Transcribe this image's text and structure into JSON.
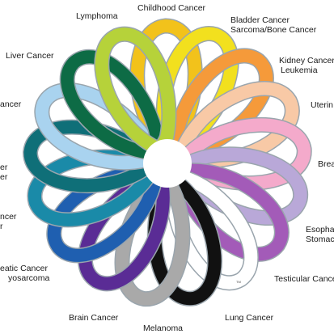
{
  "labels": {
    "childhood": "Childhood Cancer",
    "lymphoma": "Lymphoma",
    "bladder_1": "Bladder Cancer",
    "bladder_2": "Sarcoma/Bone Cancer",
    "liver": "Liver Cancer",
    "kidney_1": "Kidney Cancer",
    "kidney_2": "Leukemia",
    "lung_left": "ancer",
    "uterine": "Uterin",
    "left_mid_1": "er",
    "left_mid_2": "er",
    "breast": "Brea",
    "left_low_1": "ncer",
    "left_low_2": "r",
    "esoph_1": "Esopha",
    "esoph_2": "Stomac",
    "pancreatic_1": "eatic Cancer",
    "pancreatic_2": "yosarcoma",
    "testicular": "Testicular Cance",
    "brain": "Brain Cancer",
    "lung": "Lung Cancer",
    "melanoma": "Melanoma",
    "trademark": "TM"
  },
  "ribbons": [
    {
      "name": "childhood",
      "color": "#f2c21b"
    },
    {
      "name": "bladder",
      "color": "#f2e01e"
    },
    {
      "name": "kidney",
      "color": "#f59a3a"
    },
    {
      "name": "uterine",
      "color": "#f8c9a6"
    },
    {
      "name": "breast",
      "color": "#f4aacb"
    },
    {
      "name": "esophageal",
      "color": "#b9a8d8"
    },
    {
      "name": "testicular",
      "color": "#a35bb8"
    },
    {
      "name": "lung",
      "color": "#ffffff"
    },
    {
      "name": "melanoma",
      "color": "#111111"
    },
    {
      "name": "brain",
      "color": "#a9a9a9"
    },
    {
      "name": "pancreatic",
      "color": "#5a2c95"
    },
    {
      "name": "colon",
      "color": "#1f5fb0"
    },
    {
      "name": "cervical",
      "color": "#1a8aa8"
    },
    {
      "name": "ovarian",
      "color": "#0f6f78"
    },
    {
      "name": "lung_left",
      "color": "#a9d3ef"
    },
    {
      "name": "liver",
      "color": "#0d6b45"
    },
    {
      "name": "lymphoma",
      "color": "#b6d23a"
    }
  ]
}
